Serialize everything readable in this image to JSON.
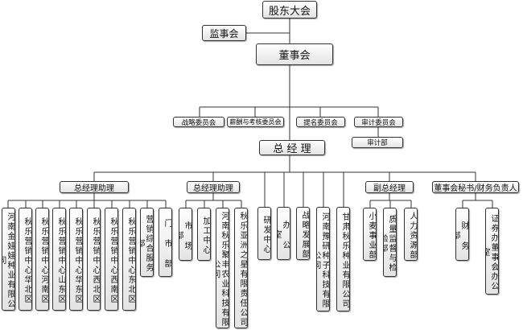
{
  "org_chart": {
    "shareholders_meeting": "股东大会",
    "supervisory_board": "监事会",
    "board_of_directors": "董事会",
    "board_committees": {
      "strategy": "战略委员会",
      "compensation": "薪酬与考核委员会",
      "nomination": "提名委员会",
      "audit": "审计委员会",
      "audit_department": "审计部"
    },
    "general_manager": "总 经 理",
    "assistant_gm_1": {
      "title": "总经理助理",
      "units": [
        "河南金娃娃种业有限公司",
        "秋乐营销中心华北区",
        "秋乐营销中心河南区",
        "秋乐营销中心山东区",
        "秋乐营销中心华东区",
        "秋乐营销中心西北区",
        "秋乐营销中心西南区",
        "秋乐营销中心东北区",
        "营销综合服务部",
        "门 市 部"
      ]
    },
    "assistant_gm_2": {
      "title": "总经理助理",
      "units": [
        "市 场 部",
        "加工中心",
        "河南秋乐聚丰农业科技有限公司",
        "秋乐亚洲之星有限责任公司"
      ]
    },
    "direct_units": [
      "研发中心",
      "办 公 室",
      "战略发展部",
      "河南豫研种子科技有限公司",
      "甘肃秋乐种业有限公司"
    ],
    "deputy_gm": {
      "title": "副总经理",
      "units": [
        "小麦事业部",
        "质量监督与检验部",
        "人力资源部"
      ]
    },
    "board_secretary": {
      "title": "董事会秘书/财务负责人",
      "units": [
        "财 务 部",
        "证券办董事会办公室"
      ]
    }
  }
}
